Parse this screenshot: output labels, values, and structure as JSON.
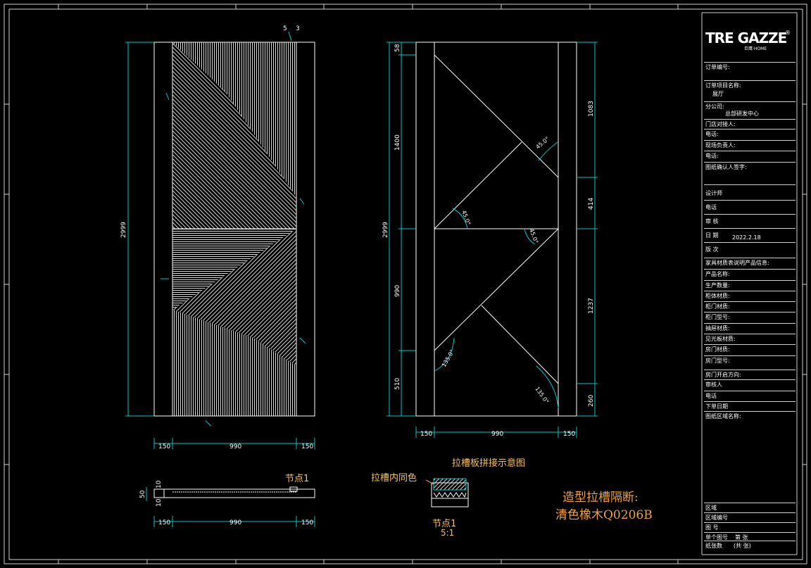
{
  "colors": {
    "background": "#000000",
    "line": "#ffffff",
    "dimension": "#00c8c8",
    "note": "#f0a040"
  },
  "logo": {
    "main": "TRE GAZZE",
    "sub": "巨鹰·HOME",
    "reg": "®"
  },
  "left_elevation": {
    "dims": {
      "height": "2999",
      "width_left": "150",
      "width_mid": "990",
      "width_right": "150"
    },
    "groove_labels": [
      "5",
      "3"
    ]
  },
  "right_elevation": {
    "dims": {
      "height": "2999",
      "seg_top": "58",
      "seg_1400": "1400",
      "seg_990": "990",
      "seg_510": "510",
      "r_1083": "1083",
      "r_414": "414",
      "r_1237": "1237",
      "r_260": "260",
      "w_left": "150",
      "w_mid": "990",
      "w_right": "150"
    },
    "angles": [
      "45.0°",
      "45.0°",
      "45.0°",
      "135.0°",
      "135.0°"
    ]
  },
  "section": {
    "dims": {
      "left": "150",
      "mid": "990",
      "right": "150",
      "t1": "10",
      "t2": "10",
      "depth": "50"
    }
  },
  "notes": {
    "node1": "节点1",
    "splice_title": "拉槽板拼接示意图",
    "groove_color": "拉槽内同色",
    "node1_scale_name": "节点1",
    "node1_scale": "5:1",
    "divider_title": "造型拉槽隔断:",
    "divider_material": "清色橡木Q0206B"
  },
  "title_block": {
    "order_no": "订单编号:",
    "project_name": "订单项目名称:",
    "project_value": "展厅",
    "branch": "分公司:",
    "branch_value": "总部研发中心",
    "store_contact": "门店对接人:",
    "phone1": "电话:",
    "site_manager": "现场负责人:",
    "phone2": "电话:",
    "drawing_confirm": "图纸确认人签字:",
    "designer": "设计师",
    "phone3": "电话",
    "review": "审  核",
    "date_label": "日  期",
    "date_value": "2022.2.18",
    "version": "版  次",
    "furniture_info": "家具材质表说明产品信息:",
    "product_name": "产品名称:",
    "quantity": "生产数量:",
    "cabinet_material": "柜体材质:",
    "door_material": "柜门材质:",
    "door_model": "柜门型号:",
    "drawer_material": "抽屉材质:",
    "sealing_material": "见光板材质:",
    "room_door_material": "房门材质:",
    "room_door_model": "房门型号:",
    "door_direction": "房门开启方向:",
    "reviewer": "审核人",
    "phone4": "电话",
    "order_date": "下单日期",
    "drawing_remark": "图纸区域名称:",
    "area": "区域",
    "area_no": "区域编号",
    "drawing_no": "图  号",
    "single_no": "单个图号",
    "page": "第    张",
    "sheet_count": "纸张数",
    "total": "(共    张)"
  }
}
